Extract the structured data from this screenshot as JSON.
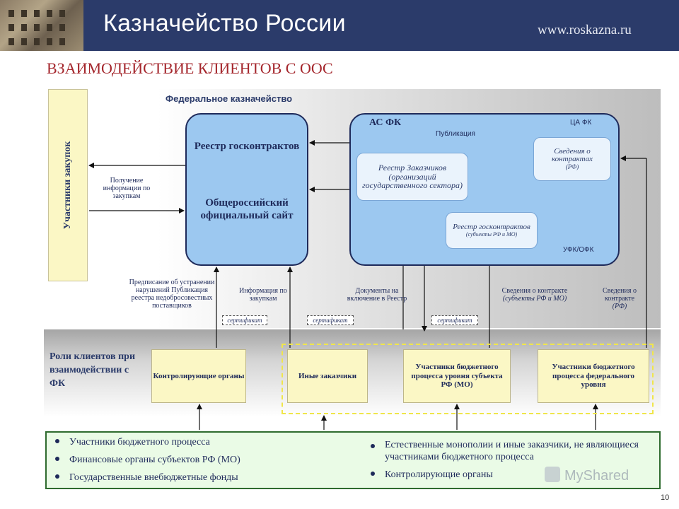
{
  "header": {
    "brand": "Казначейство России",
    "url": "www.roskazna.ru"
  },
  "title": "ВЗАИМОДЕЙСТВИЕ КЛИЕНТОВ С ООС",
  "federal_treasury_label": "Федеральное казначейство",
  "participants_label": "Участники закупок",
  "receive_info_label": "Получение информации по закупкам",
  "registry_box": {
    "top": "Реестр госконтрактов",
    "bottom": "Общероссийский официальный сайт"
  },
  "asfk_box": {
    "title": "АС ФК",
    "publication": "Публикация",
    "ca_fk": "ЦА ФК",
    "ufk_ofk": "УФК/ОФК",
    "customers_registry": "Реестр Заказчиков (организаций государственного сектора)",
    "contract_info": "Сведения о контрактах",
    "contract_info_sub": "(РФ)",
    "state_contracts": "Реестр госконтрактов",
    "state_contracts_sub": "(субъекты РФ и МО)"
  },
  "flow_labels": {
    "prescription": "Предписание об устранении нарушений Публикация реестра недобросовестных поставщиков",
    "purchase_info": "Информация по закупкам",
    "documents": "Документы на включение в Реестр",
    "contract_info_subjects": "Сведения о контракте",
    "contract_info_subjects_sub": "(субъекты РФ и МО)",
    "contract_info_rf": "Сведения о контракте",
    "contract_info_rf_sub": "(РФ)",
    "certificate": "сертификат"
  },
  "roles_label": "Роли клиентов при взаимодействии с ФК",
  "roles": [
    "Контролирующие органы",
    "Иные заказчики",
    "Участники бюджетного процесса уровня субъекта РФ (МО)",
    "Участники бюджетного процесса федерального уровня"
  ],
  "legend": {
    "left": [
      "Участники бюджетного процесса",
      "Финансовые органы субъектов РФ (МО)",
      "Государственные внебюджетные фонды"
    ],
    "right": [
      "Естественные монополии и иные заказчики, не являющиеся участниками бюджетного процесса",
      "Контролирующие органы"
    ]
  },
  "watermark": "MyShared",
  "page_number": "10",
  "colors": {
    "header_bg": "#2b3b6a",
    "title": "#a4262c",
    "box_blue": "#9cc8f0",
    "role_yellow": "#fbf7c5",
    "legend_bg": "#eafbe6"
  }
}
